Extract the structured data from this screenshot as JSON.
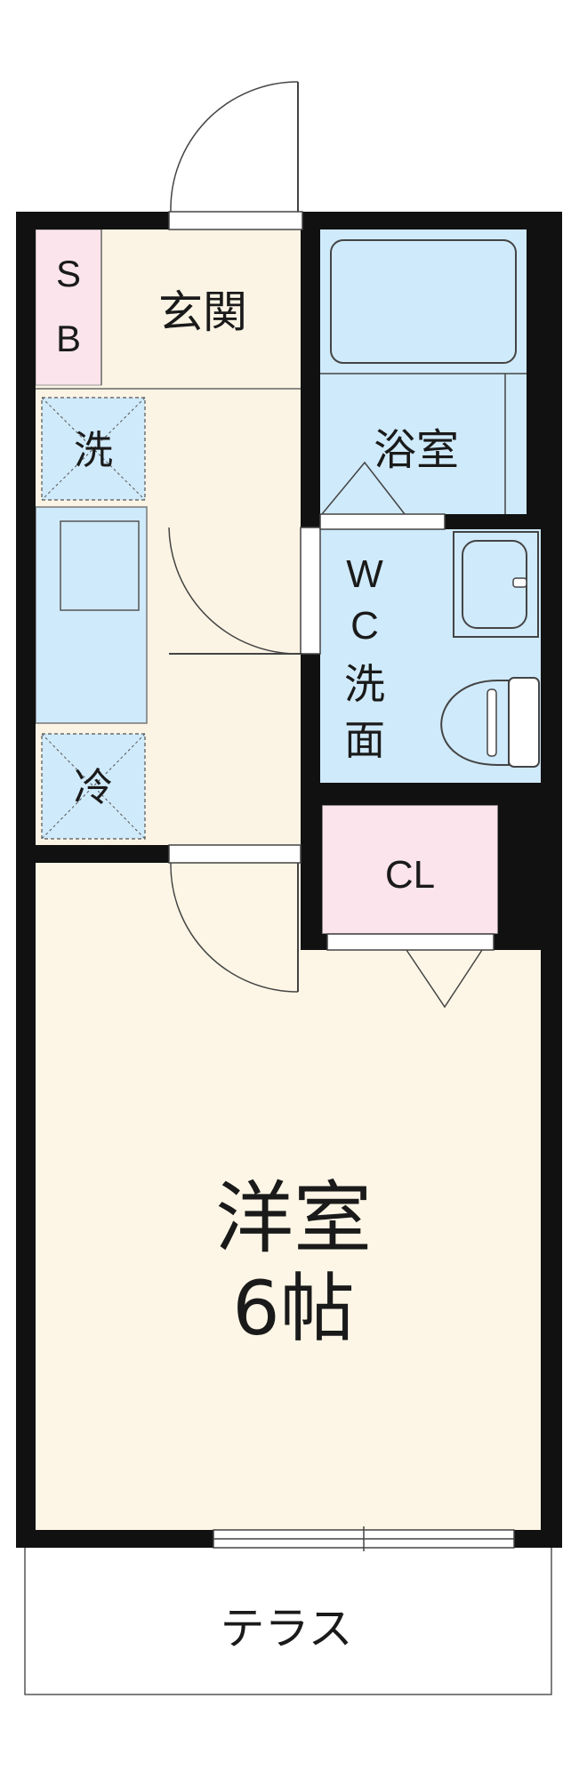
{
  "rooms": {
    "sb": {
      "line1": "S",
      "line2": "B"
    },
    "entrance": "玄関",
    "washer": "洗",
    "fridge": "冷",
    "bathroom": "浴室",
    "wc": {
      "line1": "W",
      "line2": "C",
      "line3": "洗",
      "line4": "面"
    },
    "closet": "CL",
    "western_room": {
      "name": "洋室",
      "size": "6帖"
    },
    "terrace": "テラス"
  },
  "colors": {
    "wall": "#111111",
    "entrance_floor": "#fbf4e4",
    "room_floor": "#fdf6e6",
    "wet_area": "#cfeafa",
    "storage": "#fbe4ec"
  }
}
